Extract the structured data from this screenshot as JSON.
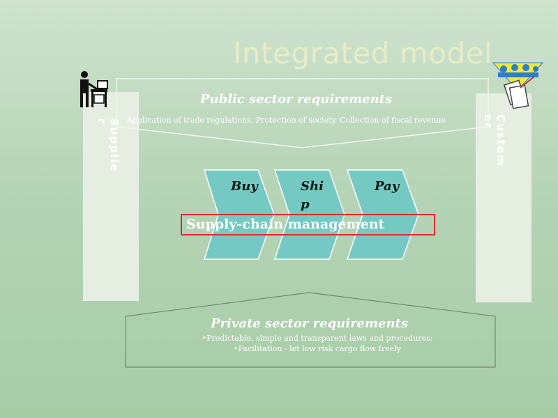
{
  "slide": {
    "title": "Integrated model"
  },
  "columns": {
    "supplier_label": "Supplier",
    "customer_label": "Customer"
  },
  "public_sector": {
    "title": "Public sector requirements",
    "subtitle": "Application of trade regulations, Protection of society, Collection of fiscal revenue"
  },
  "process": {
    "steps": [
      "Buy",
      "Ship",
      "Pay"
    ],
    "management_label": "Supply-chain management",
    "chevron_color": "#74c9c3",
    "box_color": "#e02a2a"
  },
  "private_sector": {
    "title": "Private sector requirements",
    "bullets": [
      "•Predictable, simple and transparent laws and procedures;",
      "•Facilitation - let low  risk cargo flow freely"
    ]
  },
  "icons": {
    "left": "person-at-desk-icon",
    "right": "meeting-document-icon"
  }
}
